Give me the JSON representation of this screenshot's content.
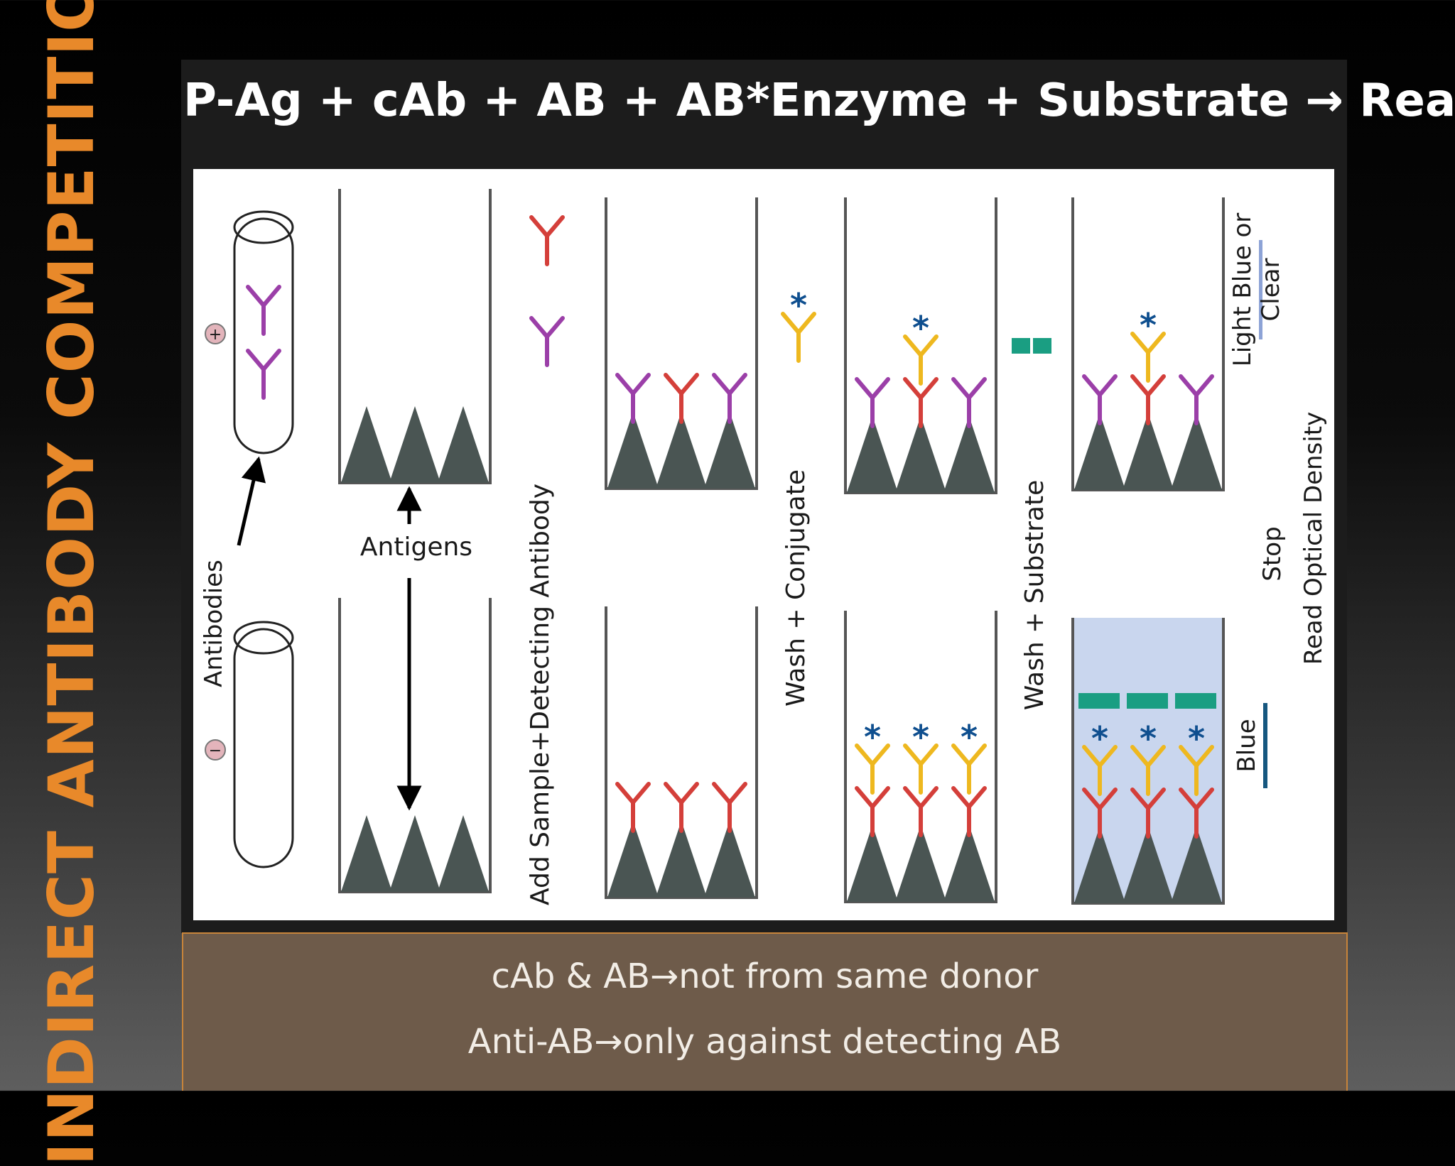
{
  "side_title": "Indirect Antibody Competition",
  "headline": "P-Ag + cAb + AB + AB*Enzyme + Substrate → Read",
  "figure": {
    "labels": {
      "antibodies": "Antibodies",
      "antigens": "Antigens",
      "step_add": "Add Sample+Detecting Antibody",
      "step_wash_conjugate": "Wash + Conjugate",
      "step_wash_substrate": "Wash + Substrate",
      "stop": "Stop",
      "read": "Read Optical Density",
      "result_positive_line1": "Light Blue or",
      "result_positive_line2": "Clear",
      "result_negative": "Blue",
      "sign_plus": "+",
      "sign_minus": "−"
    },
    "colors": {
      "capture_antibody": "#9b3fa8",
      "detecting_antibody": "#d43f3a",
      "conjugate": "#eeb81f",
      "enzyme_star": "#0f4f8f",
      "substrate": "#1a9e82",
      "antigen": "#4a5553",
      "blue_fill": "#c9d6ee",
      "light_blue_bar": "#8da3d6",
      "blue_bar": "#16577f"
    }
  },
  "notes": {
    "line1": "cAb & AB→not from same donor",
    "line2": "Anti-AB→only against detecting AB"
  }
}
